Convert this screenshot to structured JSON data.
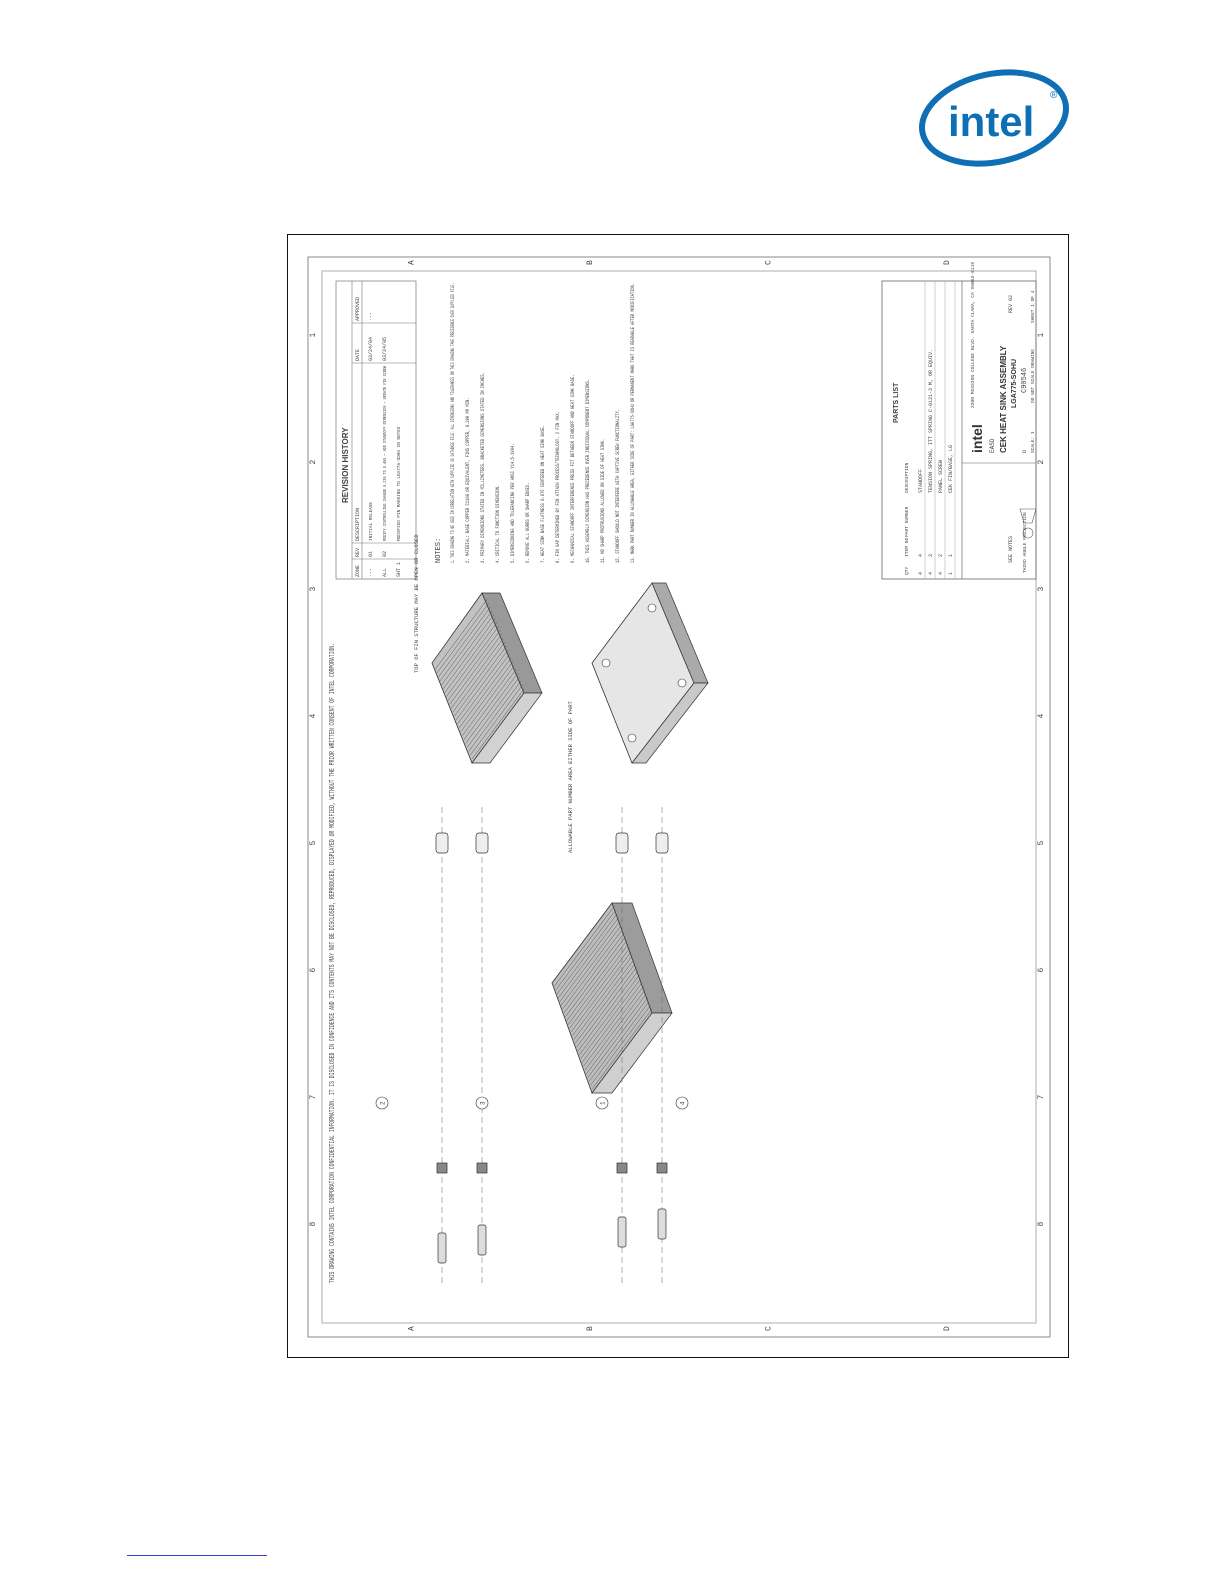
{
  "logo": {
    "text": "intel",
    "mark": "®",
    "color": "#0f6fb5"
  },
  "sheet": {
    "title": "CEK HEAT SINK ASSEMBLY",
    "subtitle": "LGA775-SOHU",
    "drawing_number": "C90546",
    "size": "D",
    "scale": "SCALE: 1",
    "sheet": "SHEET 1 OF 4",
    "revision": "REV 02",
    "do_not_scale": "DO NOT SCALE DRAWING",
    "see_notes": "SEE NOTES",
    "projection": "THIRD ANGLE PROJECTION",
    "department": "EASD",
    "company_addr": "2200 MISSION COLLEGE BLVD. SANTA CLARA, CA 95052-8119",
    "confidential": "THIS DRAWING CONTAINS INTEL CORPORATION CONFIDENTIAL INFORMATION. IT IS DISCLOSED IN CONFIDENCE AND ITS CONTENTS MAY NOT BE DISCLOSED, REPRODUCED, DISPLAYED OR MODIFIED, WITHOUT THE PRIOR WRITTEN CONSENT OF INTEL CORPORATION."
  },
  "grid": {
    "columns": [
      "8",
      "7",
      "6",
      "5",
      "4",
      "3",
      "2",
      "1"
    ],
    "rows": [
      "D",
      "C",
      "B",
      "A"
    ]
  },
  "revision_history": {
    "title": "REVISION HISTORY",
    "headers": [
      "ZONE",
      "REV",
      "DESCRIPTION",
      "DATE",
      "APPROVED"
    ],
    "rows": [
      [
        "---",
        "01",
        "INITIAL RELEASE",
        "03/24/04",
        "---"
      ],
      [
        "ALL",
        "02",
        "MODIFY CONTROLLING CHANGE 0.235 TO 0.465 — ADD STANDOFF DIMENSION — UPDATE FIN SCREW",
        "03/24/05",
        ""
      ],
      [
        "SHT 1",
        "",
        "MODIFIED PIN MARKING TO LGA775-SOHU IN NOTES",
        "",
        ""
      ]
    ]
  },
  "notes": {
    "title": "NOTES:",
    "items": [
      "1. THIS DRAWING TO BE USED IN CORRELATION WITH SUPPLIED 3D DATABASE FILE. ALL DIMENSIONS AND TOLERANCES ON THIS DRAWING TAKE PRECEDENCE OVER SUPPLIED FILE.",
      "2. MATERIAL: BASE COPPER C1100 OR EQUIVALENT, FINS COPPER, 0.300 MM MIN.",
      "3. PRIMARY DIMENSIONS STATED IN MILLIMETERS. BRACKETED DIMENSIONS STATED IN INCHES.",
      "4. CRITICAL TO FUNCTION DIMENSION.",
      "5. DIMENSIONING AND TOLERANCING PER ANSI Y14.5-1994.",
      "6. REMOVE ALL BURRS OR SHARP EDGES.",
      "7. HEAT SINK BASE FLATNESS 0.076 CENTERED ON HEAT SINK BASE.",
      "8. FIN GAP DETERMINED BY FIN ATTACH PROCESS/TECHNOLOGY. 2 FIN MAX.",
      "9. MECHANICAL STANDOFF INTERFERENCE PRESS FIT BETWEEN STANDOFF AND HEAT SINK BASE.",
      "10. THIS ASSEMBLY DIMENSION HAS PRECEDENCE OVER INDIVIDUAL COMPONENT DIMENSIONS.",
      "11. NO SHARP PROTRUSIONS ALLOWED ON SIDE OF HEAT SINK.",
      "12. STANDOFF SHOULD NOT INTERFERE WITH CAPTIVE SCREW FUNCTIONALITY.",
      "13. MARK PART NUMBER IN ALLOWABLE AREA, EITHER SIDE OF PART: LGA775-SOHU OR PERMANENT MARK THAT IS READABLE AFTER MODIFICATION."
    ]
  },
  "parts_list": {
    "title": "PARTS LIST",
    "headers": [
      "QTY",
      "ITEM NO",
      "PART NUMBER",
      "DESCRIPTION"
    ],
    "rows": [
      [
        "4",
        "4",
        "",
        "STANDOFF"
      ],
      [
        "4",
        "3",
        "",
        "TENSION SPRING, ITT SPRING C-0121-3 M, OR EQUIV."
      ],
      [
        "4",
        "2",
        "",
        "PANEL SCREW"
      ],
      [
        "1",
        "1",
        "",
        "CEK FIN/BASE, LG"
      ]
    ]
  },
  "annotations": {
    "fin_structure": "TOP OF FIN STRUCTURE MAY BE OPEN OR CLOSED",
    "part_number_area": "ALLOWABLE PART NUMBER AREA EITHER SIDE OF PART"
  },
  "balloons": [
    "2",
    "3",
    "1",
    "4"
  ]
}
